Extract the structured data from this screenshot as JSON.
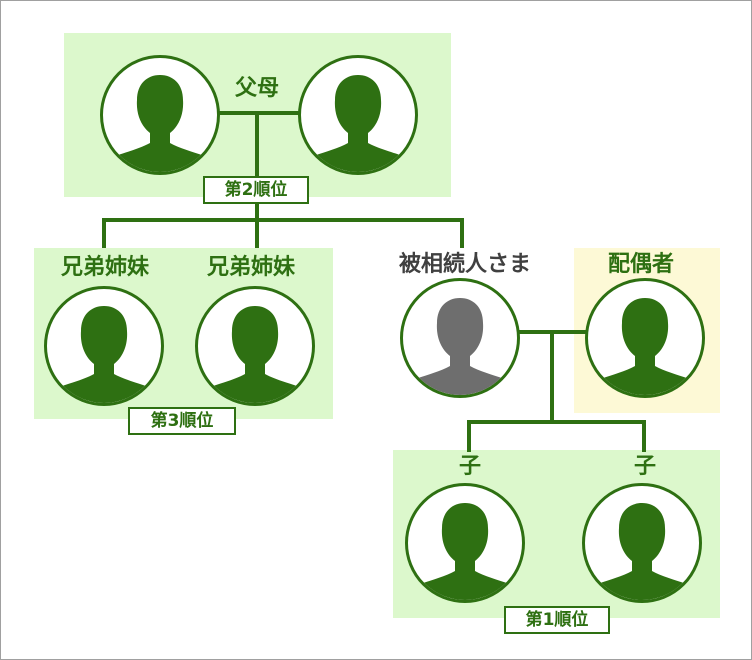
{
  "diagram": {
    "parents": {
      "label": "父母",
      "rank_badge": "第2順位"
    },
    "siblings": {
      "label_left": "兄弟姉妹",
      "label_right": "兄弟姉妹",
      "rank_badge": "第3順位"
    },
    "deceased": {
      "label": "被相続人さま"
    },
    "spouse": {
      "label": "配偶者"
    },
    "children": {
      "label_left": "子",
      "label_right": "子",
      "rank_badge": "第1順位"
    }
  },
  "colors": {
    "green": "#2e7012",
    "panel_green": "#dcf8cc",
    "panel_yellow": "#fdf9d6",
    "deceased_gray": "#6e6e6e"
  },
  "icons": {
    "person": "person-silhouette-icon"
  }
}
